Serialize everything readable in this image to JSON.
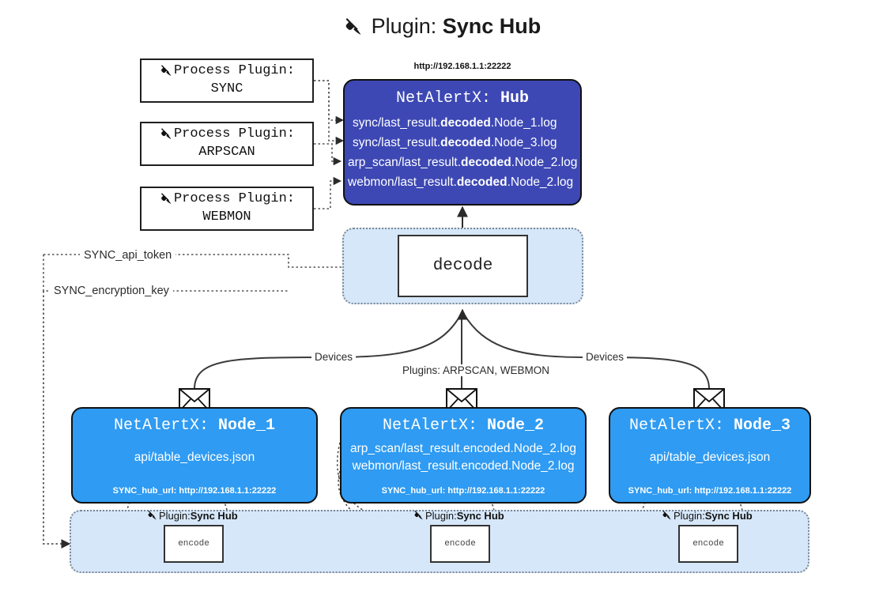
{
  "title": {
    "icon": "plug-icon",
    "prefix": "Plugin: ",
    "name": "Sync Hub"
  },
  "process_plugins": [
    {
      "icon": "plug-icon",
      "line1": "Process Plugin:",
      "line2": "SYNC"
    },
    {
      "icon": "plug-icon",
      "line1": "Process Plugin:",
      "line2": "ARPSCAN"
    },
    {
      "icon": "plug-icon",
      "line1": "Process Plugin:",
      "line2": "WEBMON"
    }
  ],
  "hub": {
    "url": "http://192.168.1.1:22222",
    "title_prefix": "NetAlertX: ",
    "title_name": "Hub",
    "logs": [
      {
        "pre": "sync/last_result.",
        "em": "decoded",
        "post": ".Node_1.log"
      },
      {
        "pre": "sync/last_result.",
        "em": "decoded",
        "post": ".Node_3.log"
      },
      {
        "pre": "arp_scan/last_result.",
        "em": "decoded",
        "post": ".Node_2.log"
      },
      {
        "pre": "webmon/last_result.",
        "em": "decoded",
        "post": ".Node_2.log"
      }
    ]
  },
  "decode": {
    "label": "decode"
  },
  "keys": {
    "api_token": "SYNC_api_token",
    "encryption_key": "SYNC_encryption_key"
  },
  "edge_labels": {
    "left_devices": "Devices",
    "center_plugins": "Plugins: ARPSCAN, WEBMON",
    "right_devices": "Devices"
  },
  "nodes": [
    {
      "title_prefix": "NetAlertX: ",
      "title_name": "Node_1",
      "lines": [
        "api/table_devices.json"
      ],
      "hub_url": "SYNC_hub_url: http://192.168.1.1:22222",
      "plugin_label_prefix": "Plugin: ",
      "plugin_label_name": "Sync Hub",
      "encode_label": "encode",
      "envelope_icon": "envelope-icon"
    },
    {
      "title_prefix": "NetAlertX: ",
      "title_name": "Node_2",
      "lines": [
        "arp_scan/last_result.encoded.Node_2.log",
        "webmon/last_result.encoded.Node_2.log"
      ],
      "hub_url": "SYNC_hub_url: http://192.168.1.1:22222",
      "plugin_label_prefix": "Plugin: ",
      "plugin_label_name": "Sync Hub",
      "encode_label": "encode",
      "envelope_icon": "envelope-icon"
    },
    {
      "title_prefix": "NetAlertX: ",
      "title_name": "Node_3",
      "lines": [
        "api/table_devices.json"
      ],
      "hub_url": "SYNC_hub_url: http://192.168.1.1:22222",
      "plugin_label_prefix": "Plugin: ",
      "plugin_label_name": "Sync Hub",
      "encode_label": "encode",
      "envelope_icon": "envelope-icon"
    }
  ],
  "colors": {
    "hub_fill": "#3d48b4",
    "node_fill": "#2f9bf2",
    "container_fill": "#d6e7f9",
    "stroke": "#111111",
    "dotted_stroke": "#7b8794"
  }
}
